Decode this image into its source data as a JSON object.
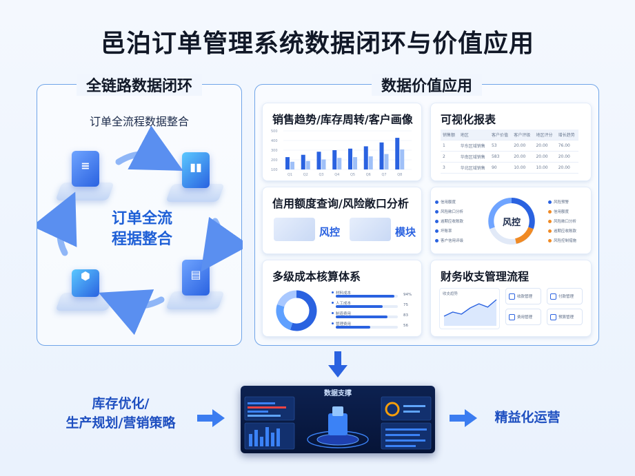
{
  "title": "邑泊订单管理系统数据闭环与价值应用",
  "left_panel": {
    "title": "全链路数据闭环",
    "subtitle": "订单全流程数据整合",
    "center_line1": "订单全流",
    "center_line2": "程据整合"
  },
  "right_panel": {
    "title": "数据价值应用",
    "cards": {
      "sales": {
        "title": "销售趋势/库存周转/客户画像",
        "chart_data": {
          "type": "bar",
          "y_ticks": [
            "500",
            "400",
            "300",
            "200",
            "100"
          ],
          "categories": [
            "Q1",
            "Q2",
            "Q3",
            "Q4",
            "Q5",
            "Q6",
            "Q7",
            "Q8"
          ],
          "series": [
            {
              "values": [
                160,
                190,
                230,
                250,
                270,
                300,
                350,
                410
              ]
            },
            {
              "values": [
                100,
                110,
                130,
                150,
                160,
                170,
                200,
                260
              ]
            }
          ],
          "ylim": [
            0,
            500
          ]
        }
      },
      "report": {
        "title": "可视化报表",
        "headers": [
          "销售额",
          "地区",
          "客户价值",
          "客户评级",
          "地区评分",
          "增长趋势"
        ],
        "rows": [
          [
            "1",
            "华东区域销售",
            "53",
            "20.00",
            "20.00",
            "76.00"
          ],
          [
            "2",
            "华南区域销售",
            "583",
            "20.00",
            "20.00",
            "20.00"
          ],
          [
            "3",
            "华北区域销售",
            "90",
            "10.00",
            "10.00",
            "20.00"
          ]
        ]
      },
      "credit": {
        "title": "信用额度查询/风险敞口分析",
        "label_a": "风控",
        "label_b": "模块"
      },
      "risk": {
        "center": "风控",
        "left_items": [
          "信用额度",
          "风险敞口分析",
          "逾期应收账款",
          "坏账率",
          "客户信用评级"
        ],
        "right_items": [
          "风险预警",
          "信用额度",
          "风险敞口分析",
          "逾期应收账款",
          "风险控制措施"
        ]
      },
      "cost": {
        "title": "多级成本核算体系",
        "bars": [
          {
            "label": "材料成本",
            "value": 94,
            "text": "94%"
          },
          {
            "label": "人工成本",
            "value": 75,
            "text": "75"
          },
          {
            "label": "制造费用",
            "value": 83,
            "text": "83"
          },
          {
            "label": "管理费用",
            "value": 56,
            "text": "56"
          }
        ],
        "donut": [
          {
            "value": 55,
            "color": "#2a62e0"
          },
          {
            "value": 25,
            "color": "#5ea0ff"
          },
          {
            "value": 20,
            "color": "#a9c8ff"
          }
        ]
      },
      "finance": {
        "title": "财务收支管理流程",
        "chart_label": "收支趋势",
        "line": [
          2,
          3,
          2.5,
          4,
          5,
          4.2,
          6
        ],
        "items": [
          "收款管理",
          "付款管理",
          "费用管理",
          "预算管理"
        ]
      }
    }
  },
  "bottom": {
    "left_line1": "库存优化/",
    "left_line2": "生产规划/营销策略",
    "center_title": "数据支撑",
    "right": "精益化运营"
  },
  "colors": {
    "accent": "#2a62e0",
    "orange": "#f08a24",
    "text_blue": "#1e4fc0"
  }
}
